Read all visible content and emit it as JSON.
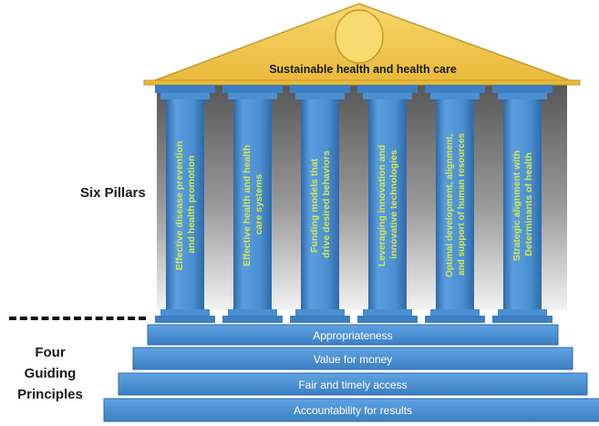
{
  "roof": {
    "title": "Sustainable health and health care"
  },
  "pillars_label": "Six Pillars",
  "pillars": [
    {
      "line1": "Effective disease prevention",
      "line2": "and health promotion",
      "line3": ""
    },
    {
      "line1": "Effective health and health",
      "line2": "care systems",
      "line3": ""
    },
    {
      "line1": "Funding models that",
      "line2": "drive desired behaviors",
      "line3": ""
    },
    {
      "line1": "Leveraging innovation and",
      "line2": "innovative technologies",
      "line3": ""
    },
    {
      "line1": "Optimal development, alignment,",
      "line2": "and support of human resources",
      "line3": ""
    },
    {
      "line1": "Strategic alignment with",
      "line2": "Determinants of health",
      "line3": ""
    }
  ],
  "principles_label": {
    "line1": "Four",
    "line2": "Guiding",
    "line3": "Principles"
  },
  "steps": [
    {
      "label": "Appropriateness"
    },
    {
      "label": "Value for money"
    },
    {
      "label": "Fair and timely access"
    },
    {
      "label": "Accountability for results"
    }
  ],
  "colors": {
    "pillar_blue": "#4a8fd0",
    "pillar_dark": "#2f6aa8",
    "roof_gold": "#f3c94e",
    "pillar_text": "#d8e84a",
    "step_text": "#ffffff"
  }
}
